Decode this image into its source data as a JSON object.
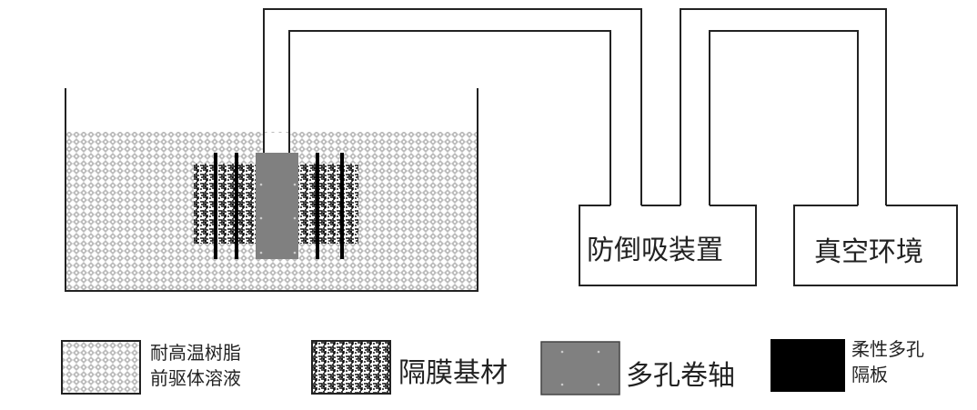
{
  "devices": {
    "anti_suckback": "防倒吸装置",
    "vacuum": "真空环境"
  },
  "legend": [
    {
      "line1": "耐高温树脂",
      "line2": "前驱体溶液"
    },
    {
      "line1": "隔膜基材"
    },
    {
      "line1": "多孔卷轴"
    },
    {
      "line1": "柔性多孔",
      "line2": "隔板"
    }
  ],
  "colors": {
    "line": "#222222",
    "spool": "#808080",
    "plate": "#000000"
  }
}
